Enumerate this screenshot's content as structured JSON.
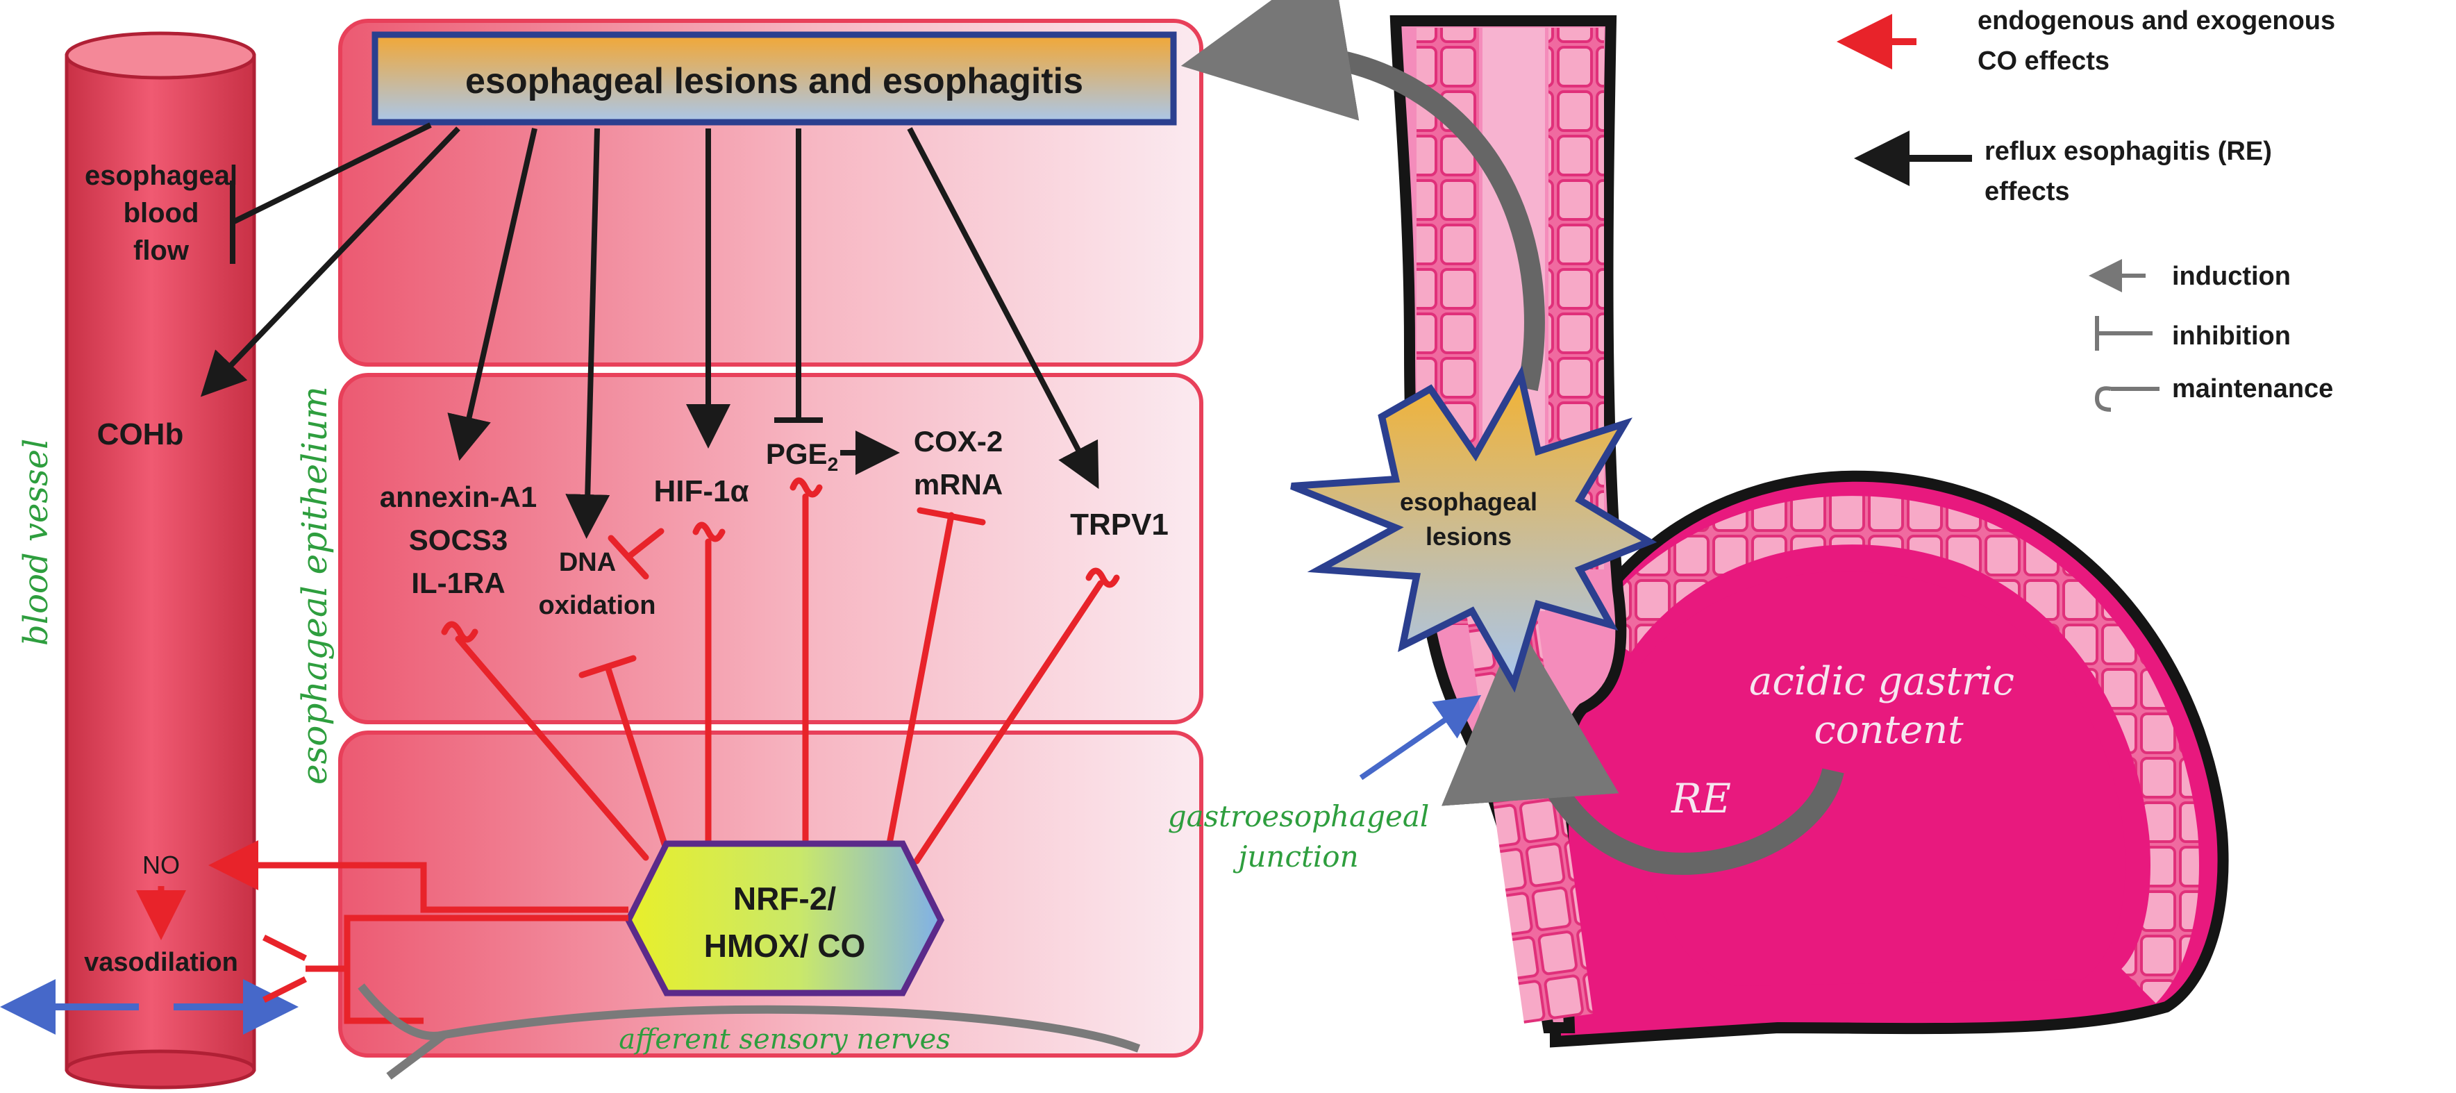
{
  "title": "esophageal lesions and esophagitis",
  "blood_vessel": {
    "label": "blood vessel",
    "flow_line1": "esophageal",
    "flow_line2": "blood",
    "flow_line3": "flow",
    "cohb": "COHb",
    "no": "NO",
    "vasodilation": "vasodilation"
  },
  "epithelium_label": "esophageal epithelium",
  "targets": {
    "annexin_line1": "annexin-A1",
    "annexin_line2": "SOCS3",
    "annexin_line3": "IL-1RA",
    "dna_line1": "DNA",
    "dna_line2": "oxidation",
    "hif": "HIF-1α",
    "pge": "PGE",
    "pge_sub": "2",
    "cox_line1": "COX-2",
    "cox_line2": "mRNA",
    "trpv1": "TRPV1"
  },
  "nrf_line1": "NRF-2/",
  "nrf_line2": "HMOX/ CO",
  "afferent": "afferent sensory nerves",
  "esophagus": {
    "lesions_line1": "esophageal",
    "lesions_line2": "lesions",
    "junction_line1": "gastroesophageal",
    "junction_line2": "junction",
    "gastric_line1": "acidic gastric",
    "gastric_line2": "content",
    "re": "RE"
  },
  "legend": {
    "red_line1": "endogenous and exogenous",
    "red_line2": "CO effects",
    "black_line1": "reflux esophagitis (RE)",
    "black_line2": "effects",
    "induction": "induction",
    "inhibition": "inhibition",
    "maintenance": "maintenance"
  },
  "colors": {
    "co_effect": "#e8232a",
    "re_effect": "#1a1a1a",
    "vessel": "#e8405a",
    "esophagus_pink": "#f0358a",
    "label_green": "#2e9e3e",
    "nrf_border": "#5b2a8a"
  }
}
